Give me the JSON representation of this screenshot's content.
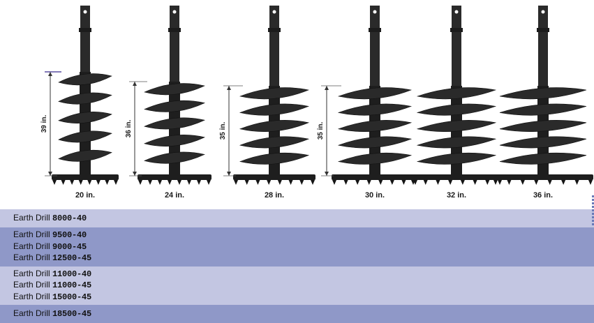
{
  "augers": [
    {
      "diameter": "20 in.",
      "length": "39 in."
    },
    {
      "diameter": "24 in.",
      "length": "36 in."
    },
    {
      "diameter": "28 in.",
      "length": "35 in."
    },
    {
      "diameter": "30 in.",
      "length": "35 in."
    },
    {
      "diameter": "32 in.",
      "length": ""
    },
    {
      "diameter": "36 in.",
      "length": ""
    }
  ],
  "groups": [
    {
      "rows": [
        {
          "prefix": "Earth Drill ",
          "model": "8000-40"
        }
      ]
    },
    {
      "rows": [
        {
          "prefix": "Earth Drill ",
          "model": "9500-40"
        },
        {
          "prefix": "Earth Drill ",
          "model": "9000-45"
        },
        {
          "prefix": "Earth Drill ",
          "model": "12500-45"
        }
      ]
    },
    {
      "rows": [
        {
          "prefix": "Earth Drill ",
          "model": "11000-40"
        },
        {
          "prefix": "Earth Drill ",
          "model": "11000-45"
        },
        {
          "prefix": "Earth Drill ",
          "model": "15000-45"
        }
      ]
    },
    {
      "rows": [
        {
          "prefix": "Earth Drill ",
          "model": "18500-45"
        }
      ]
    }
  ],
  "colors": {
    "band_light": "#c3c6e2",
    "band_dark": "#8f98c8",
    "auger": "#2a2a2a"
  }
}
